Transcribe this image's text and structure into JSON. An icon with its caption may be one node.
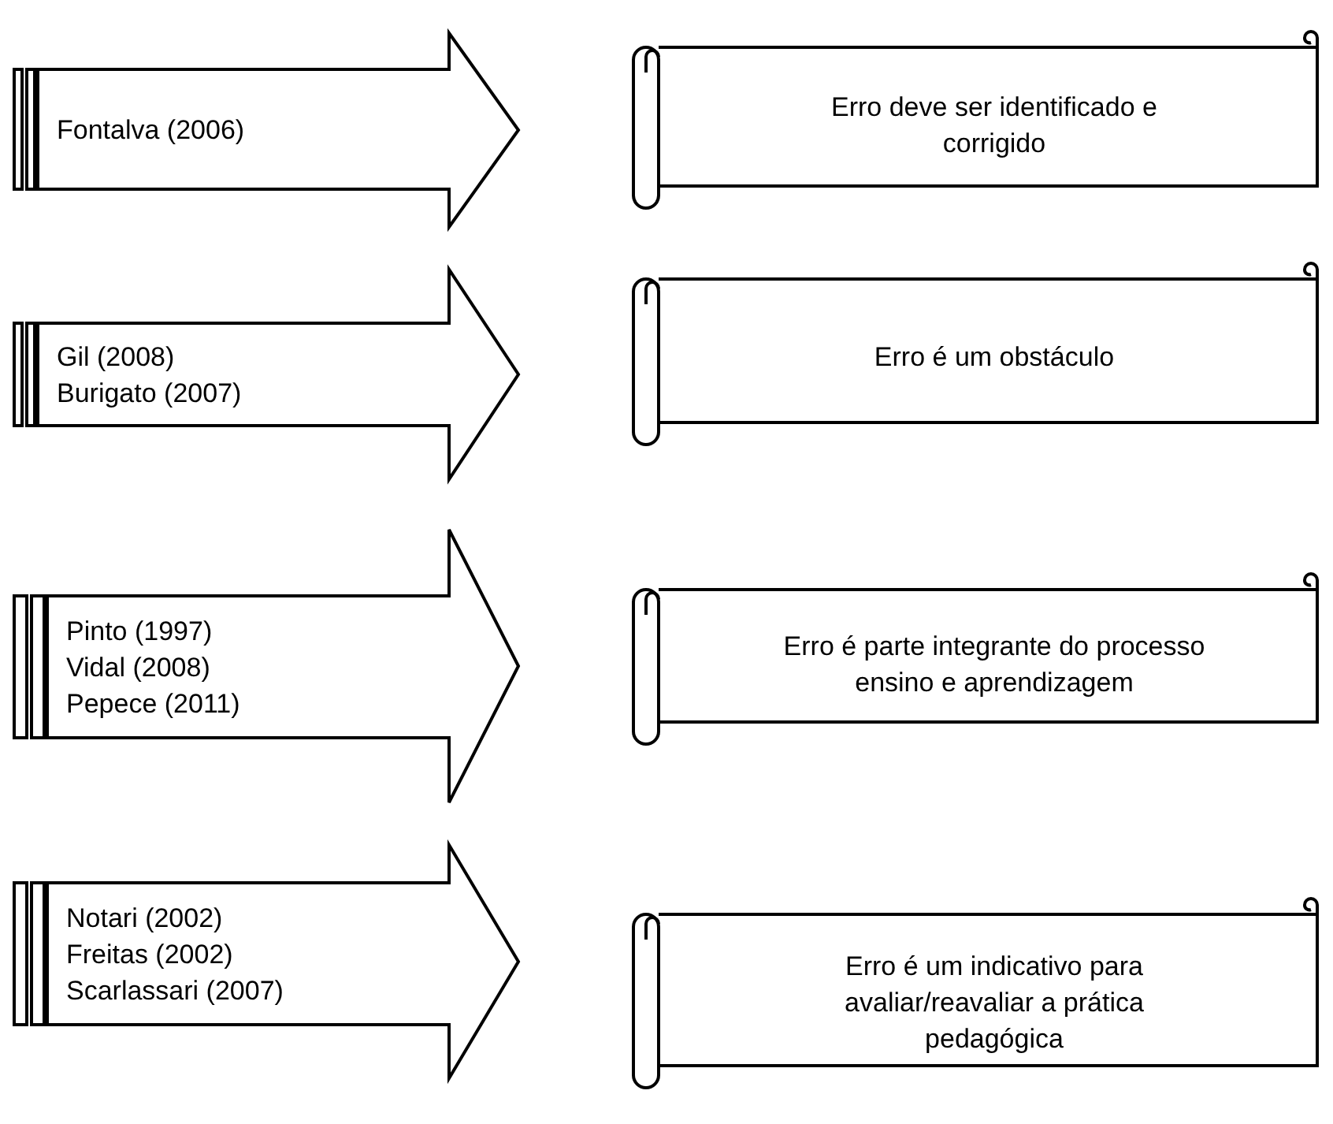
{
  "diagram": {
    "nodes": [
      {
        "text": [
          "Fontalva (2006)"
        ]
      },
      {
        "text": [
          "Erro deve ser identificado e corrigido"
        ]
      },
      {
        "text": [
          "Gil (2008)",
          "Burigato (2007)"
        ]
      },
      {
        "text": [
          "Erro é um obstáculo"
        ]
      },
      {
        "text": [
          "Pinto (1997)",
          "Vidal (2008)",
          "Pepece (2011)"
        ]
      },
      {
        "text": [
          "Erro é parte integrante do processo ensino e aprendizagem"
        ]
      },
      {
        "text": [
          "Notari (2002)",
          "Freitas (2002)",
          "Scarlassari (2007)"
        ]
      },
      {
        "text": [
          "Erro é um indicativo para avaliar/reavaliar a prática pedagógica"
        ]
      }
    ]
  }
}
